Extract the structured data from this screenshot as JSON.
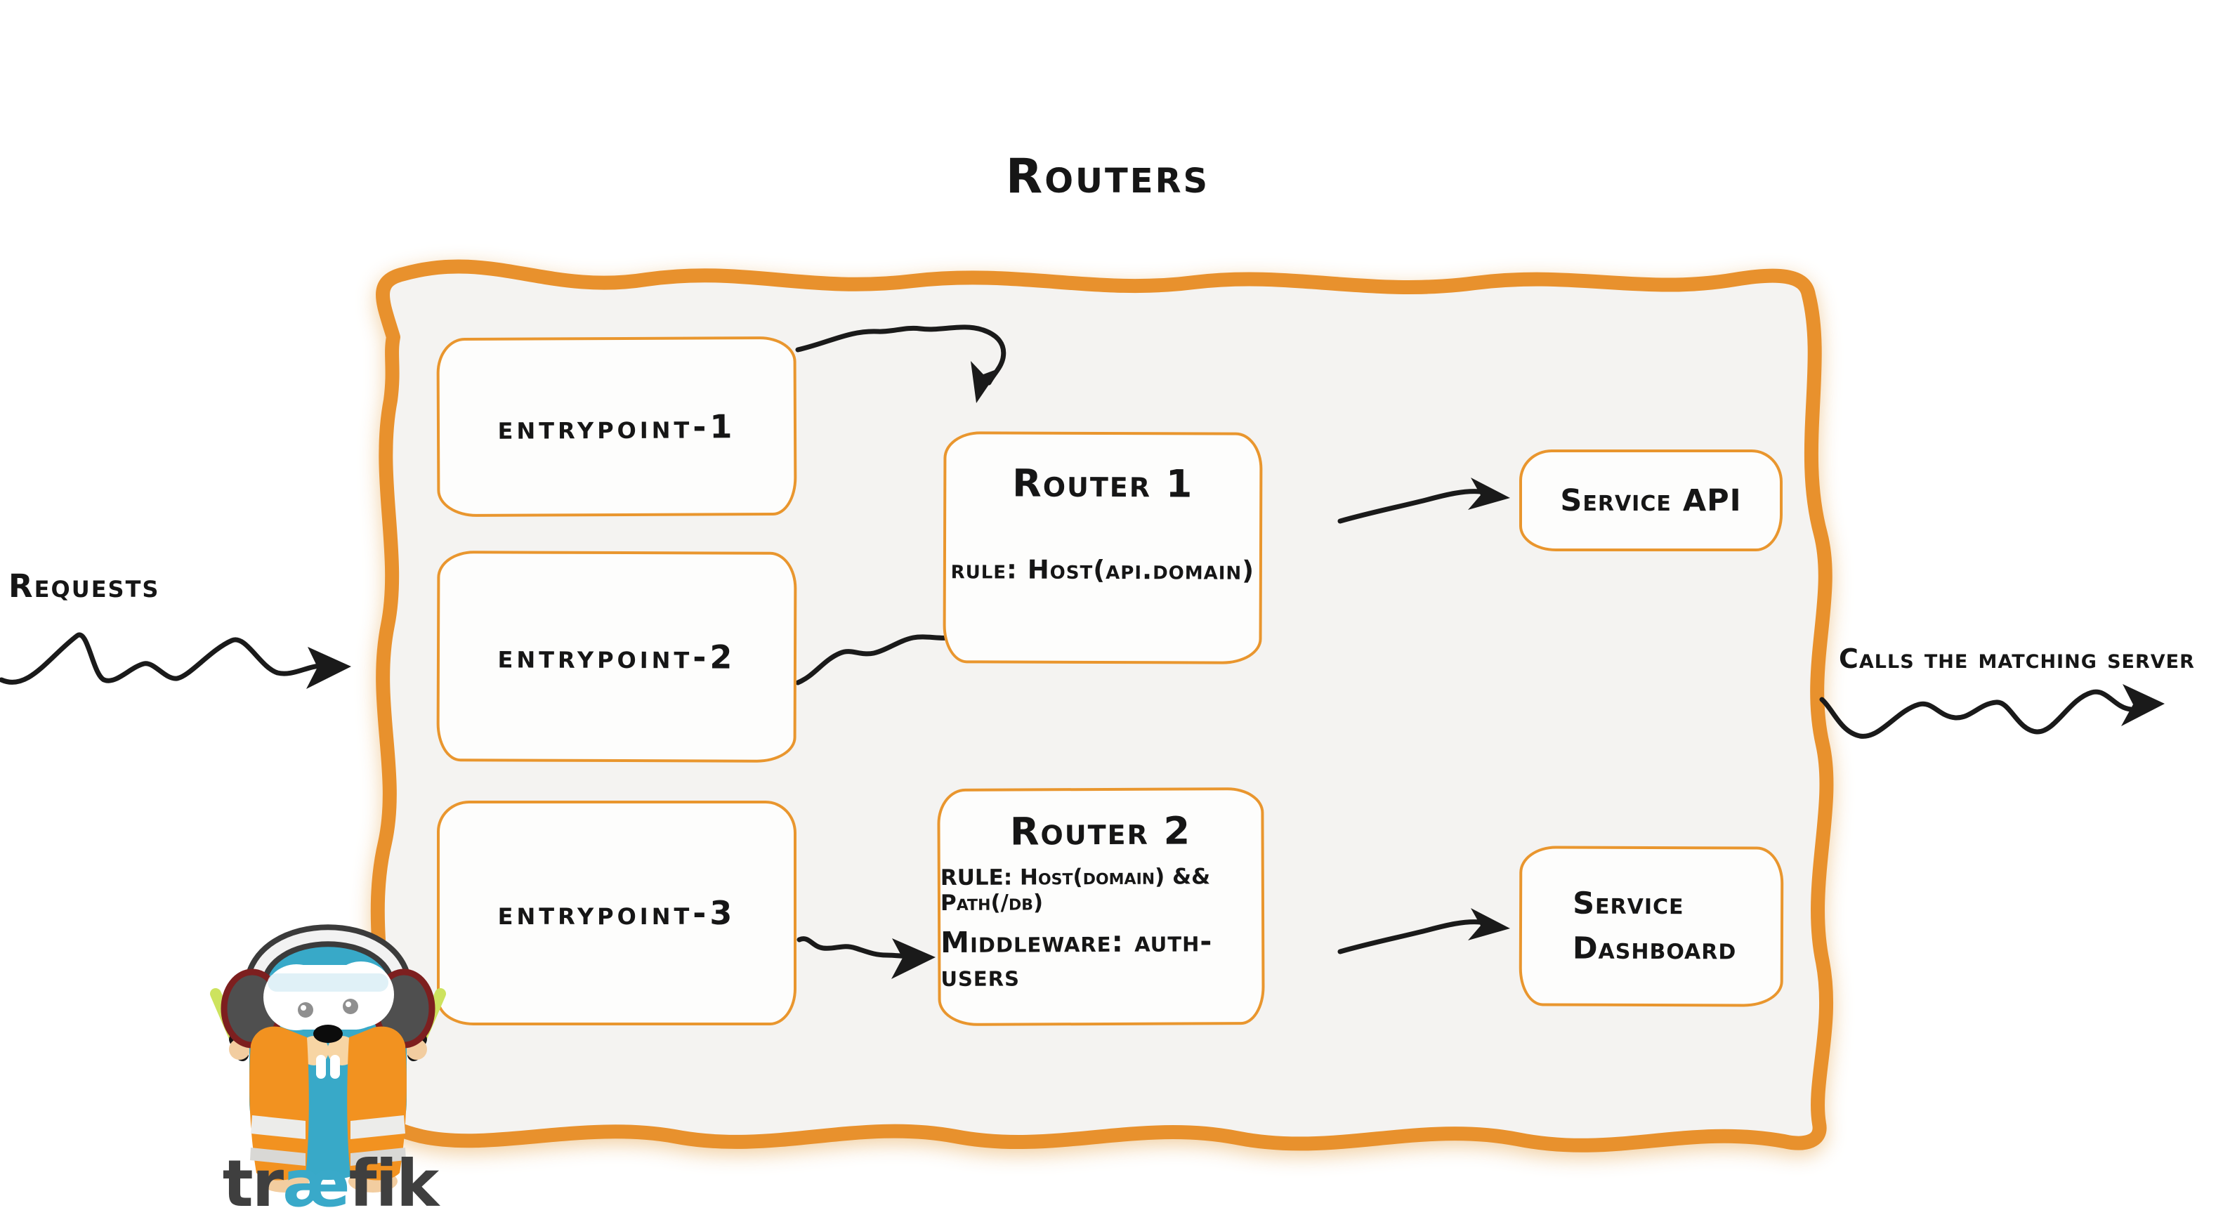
{
  "title": "Routers",
  "labels": {
    "requests": "Requests",
    "calls_matching_server": "Calls the matching server"
  },
  "entrypoints": [
    {
      "label": "entrypoint-1"
    },
    {
      "label": "entrypoint-2"
    },
    {
      "label": "entrypoint-3"
    }
  ],
  "routers": [
    {
      "name": "Router 1",
      "rule": "rule: Host(api.domain)",
      "middleware": ""
    },
    {
      "name": "Router 2",
      "rule": "RULE: Host(domain) && Path(/db)",
      "middleware": "Middleware: auth-users"
    }
  ],
  "services": [
    {
      "label": "Service API"
    },
    {
      "label_line1": "Service",
      "label_line2": "Dashboard"
    }
  ],
  "logo": {
    "tr": "tr",
    "ae": "æ",
    "fik": "fik"
  },
  "colors": {
    "container_border_orange": "#e8912d",
    "box_border_orange": "#e9962e",
    "container_fill_gray": "#f4f3f1",
    "arrow_black": "#1a1a1a",
    "brand_teal": "#39a9c9",
    "vest_orange": "#f29220",
    "text_dark": "#161616"
  }
}
